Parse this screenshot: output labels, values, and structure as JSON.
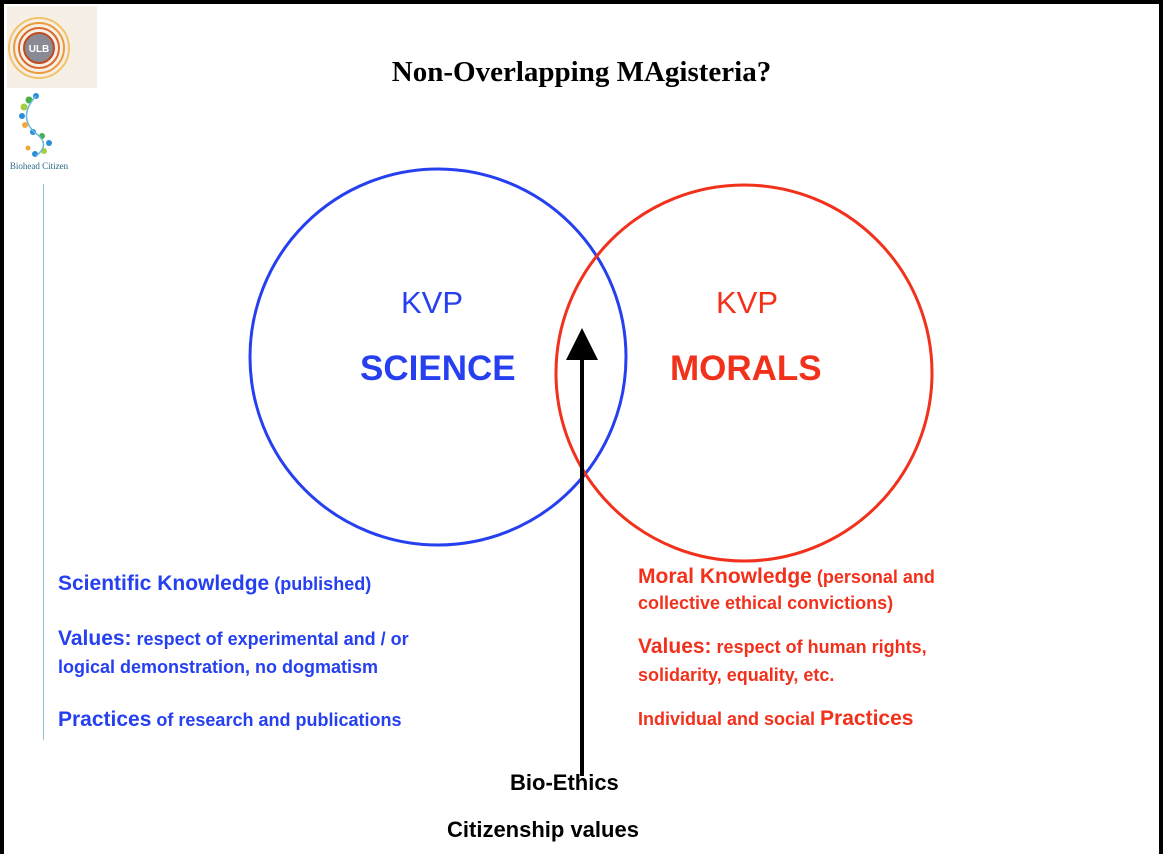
{
  "slide": {
    "title": "Non-Overlapping MAgisteria?",
    "logos": {
      "ulb_logo_text": "ULB",
      "biohead_label": "Biohead Citizen"
    },
    "colors": {
      "science": "#2640f0",
      "morals": "#f2311d",
      "rule": "#8ec3cf"
    },
    "left_circle": {
      "kvp": "KVP",
      "label": "SCIENCE"
    },
    "right_circle": {
      "kvp": "KVP",
      "label": "MORALS"
    },
    "science_column": {
      "knowledge": {
        "term": "Scientific Knowledge",
        "rest": " (published)"
      },
      "values": {
        "term": "Values:",
        "rest_line1": " respect of experimental and / or",
        "line2": "logical demonstration, no dogmatism"
      },
      "practices": {
        "term": "Practices",
        "rest": " of research and publications"
      }
    },
    "morals_column": {
      "knowledge": {
        "term": "Moral Knowledge",
        "rest_line1": " (personal and",
        "line2": "collective ethical convictions)"
      },
      "values": {
        "term": "Values:",
        "rest_line1": " respect of human rights,",
        "line2": "solidarity, equality, etc."
      },
      "practices": {
        "pre": "Individual and social ",
        "term": "Practices"
      }
    },
    "bottom": {
      "line1": "Bio-Ethics",
      "line2": "Citizenship values"
    }
  }
}
